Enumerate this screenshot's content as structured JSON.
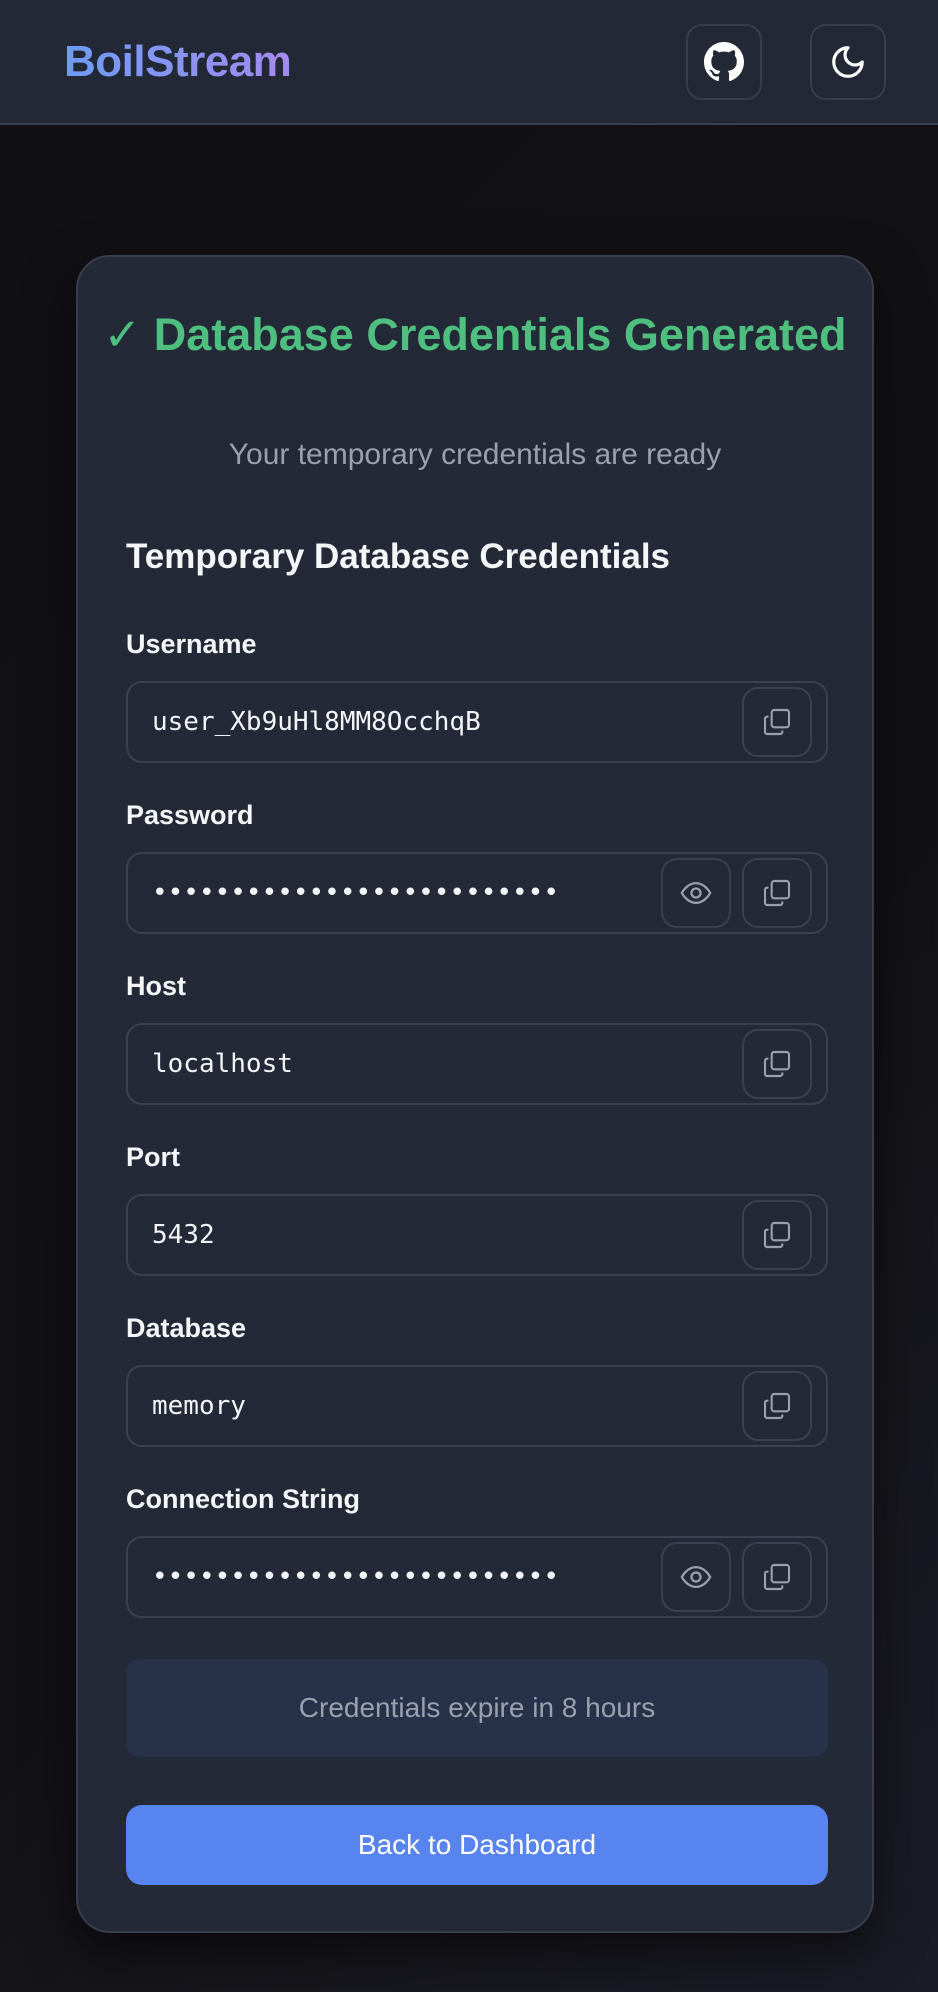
{
  "header": {
    "brand": "BoilStream",
    "github_button": {
      "icon": "github-icon"
    },
    "theme_button": {
      "icon": "moon-icon"
    }
  },
  "card": {
    "title_check": "✓",
    "title": "Database Credentials Generated",
    "subtitle": "Your temporary credentials are ready",
    "section_title": "Temporary Database Credentials",
    "fields": [
      {
        "label": "Username",
        "value": "user_Xb9uHl8MM8OcchqB",
        "masked": false,
        "copy_icon": "copy-icon"
      },
      {
        "label": "Password",
        "value": "••••••••••••••••••••••••••",
        "masked": true,
        "reveal_icon": "eye-icon",
        "copy_icon": "copy-icon"
      },
      {
        "label": "Host",
        "value": "localhost",
        "masked": false,
        "copy_icon": "copy-icon"
      },
      {
        "label": "Port",
        "value": "5432",
        "masked": false,
        "copy_icon": "copy-icon"
      },
      {
        "label": "Database",
        "value": "memory",
        "masked": false,
        "copy_icon": "copy-icon"
      },
      {
        "label": "Connection String",
        "value": "••••••••••••••••••••••••••",
        "masked": true,
        "reveal_icon": "eye-icon",
        "copy_icon": "copy-icon"
      }
    ],
    "expiry_notice": "Credentials expire in 8 hours",
    "back_button": "Back to Dashboard"
  },
  "colors": {
    "header_bg": "#222836",
    "card_bg": "#232937",
    "success_green": "#4fbf7f",
    "primary_blue": "#5884ef",
    "muted_text": "#9aa1ae",
    "expiry_bg": "#27314a",
    "border": "#3a4150"
  }
}
